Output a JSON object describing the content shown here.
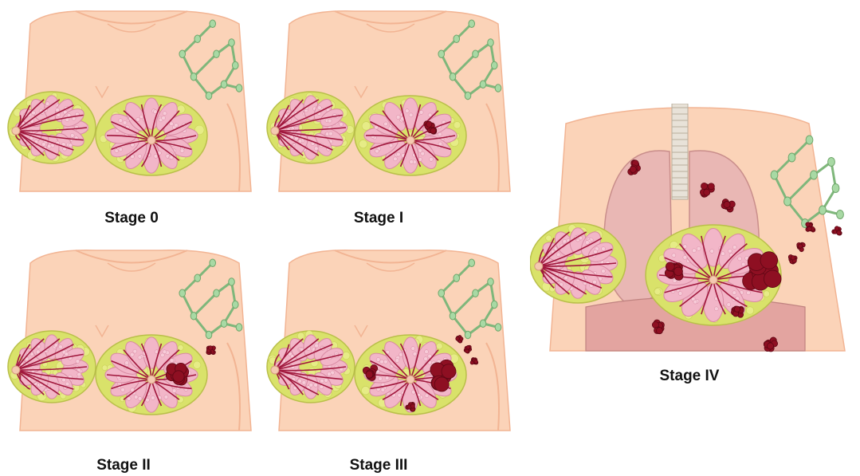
{
  "stages": [
    {
      "id": "stage-0",
      "label": "Stage 0",
      "tumor": "none"
    },
    {
      "id": "stage-1",
      "label": "Stage I",
      "tumor": "small"
    },
    {
      "id": "stage-2",
      "label": "Stage II",
      "tumor": "medium with lymph nodes"
    },
    {
      "id": "stage-3",
      "label": "Stage III",
      "tumor": "large with spread to lymph nodes"
    },
    {
      "id": "stage-4",
      "label": "Stage IV",
      "tumor": "metastatic to lungs and other organs"
    }
  ],
  "colors": {
    "skin": "#fbd3b8",
    "skin_shadow": "#f2b493",
    "fat": "#d9e26a",
    "lobule": "#f2b6c8",
    "duct": "#a0173c",
    "tumor": "#8e0f22",
    "lymph": "#a8d9a4",
    "lung": "#e9b7b4"
  }
}
